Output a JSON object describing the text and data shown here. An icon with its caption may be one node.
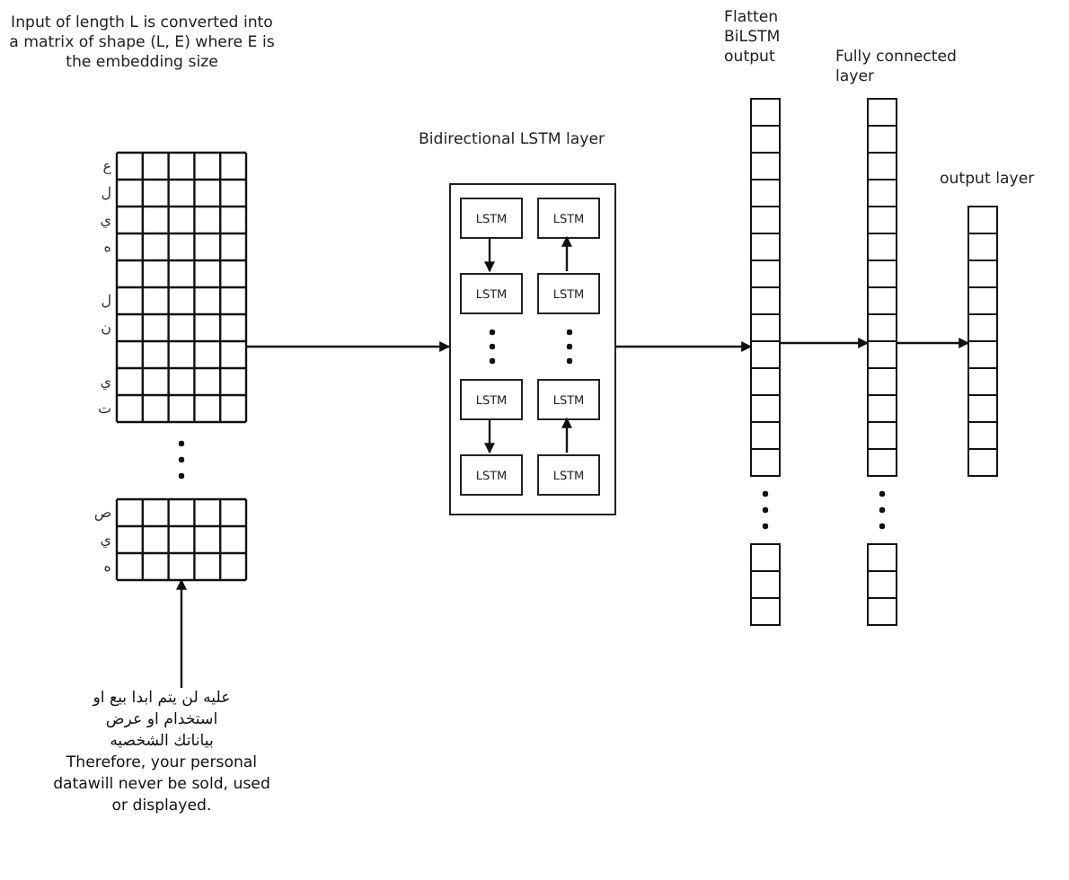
{
  "diagram": {
    "nodes": [
      {
        "text": [
          "Input of length L is converted into a matrix of shape (L, E) where E is the embedding size"
        ]
      },
      {
        "text": [
          "عليه لن يتم ابدا بيع او استخدام او عرض بياناتك الشخصيه",
          "Therefore, your personal datawill never be sold, used or displayed."
        ]
      },
      {
        "text": [
          "Bidirectional LSTM layer"
        ]
      },
      {
        "text": [
          "LSTM"
        ],
        "in": 2
      },
      {
        "text": [
          "LSTM"
        ],
        "in": 2
      },
      {
        "text": [
          "LSTM"
        ],
        "in": 2
      },
      {
        "text": [
          "LSTM"
        ],
        "in": 2
      },
      {
        "text": [
          "LSTM"
        ],
        "in": 2
      },
      {
        "text": [
          "LSTM"
        ],
        "in": 2
      },
      {
        "text": [
          "LSTM"
        ],
        "in": 2
      },
      {
        "text": [
          "LSTM"
        ],
        "in": 2
      },
      {
        "text": [
          "Flatten BiLSTM output"
        ]
      },
      {
        "text": [
          "Fully connected layer"
        ]
      },
      {
        "text": [
          "output layer"
        ]
      }
    ],
    "edges": [
      {
        "from": 0,
        "to": 2,
        "arrow": "to"
      },
      {
        "from": 2,
        "to": 11,
        "arrow": "to"
      },
      {
        "from": 11,
        "to": 12,
        "arrow": "to"
      },
      {
        "from": 12,
        "to": 13,
        "arrow": "to"
      },
      {
        "from": 1,
        "to": 0,
        "arrow": "to"
      },
      {
        "from": 3,
        "to": 5,
        "arrow": "to"
      },
      {
        "from": 6,
        "to": 4,
        "arrow": "to"
      },
      {
        "from": 7,
        "to": 9,
        "arrow": "to"
      },
      {
        "from": 10,
        "to": 8,
        "arrow": "to"
      }
    ],
    "labels": [
      "ع",
      "ل",
      "ي",
      "ه",
      "ل",
      "ن",
      "ي",
      "ت",
      "ص",
      "ي",
      "ه"
    ]
  }
}
